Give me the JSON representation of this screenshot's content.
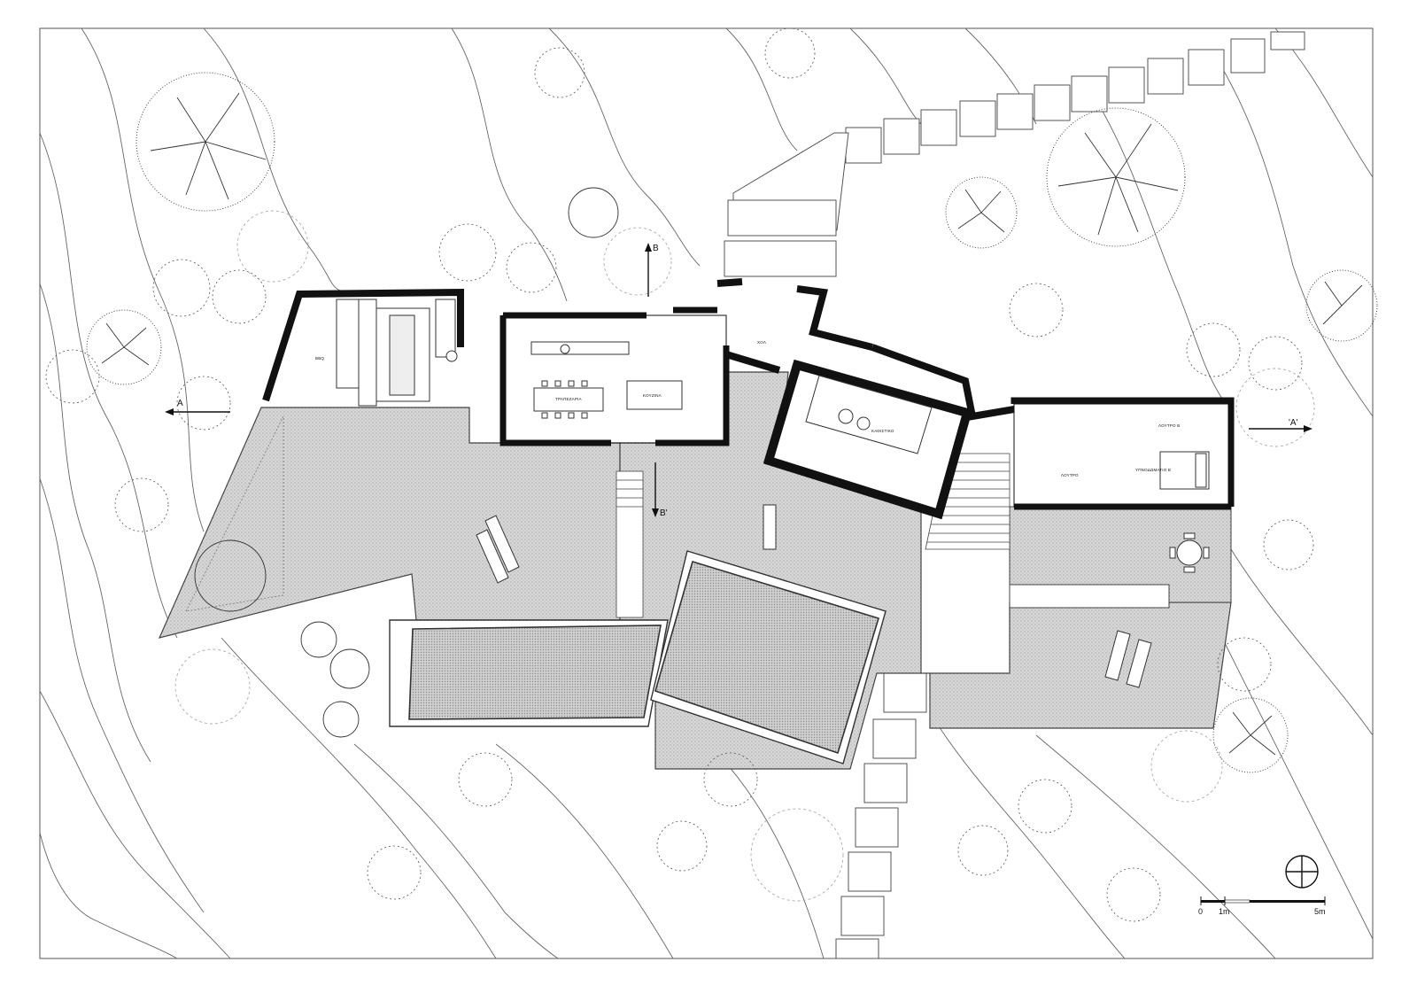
{
  "labels": {
    "bbq": "BBQ",
    "trapezaria": "ΤΡΑΠΕΖΑΡΙΑ",
    "kouzina": "ΚΟΥΖΙΝΑ",
    "hol": "ΧΟΛ",
    "kathistiko": "ΚΑΘΙΣΤΙΚΟ",
    "loytro": "ΛΟΥΤΡΟ",
    "loytro_b": "ΛΟΥΤΡΟ Β",
    "ypnodomatio_b": "ΥΠΝΟΔΩΜΑΤΙΟ Β"
  },
  "section_marks": {
    "a_left": "A",
    "a_right": "'A'",
    "b_top": "B",
    "b_bottom": "B'"
  },
  "scale_bar": {
    "start": "0",
    "mid": "1m",
    "end": "5m"
  },
  "colors": {
    "line": "#444444",
    "wall": "#111111",
    "terrace": "#d9d9d9",
    "pool": "#c9c9c9",
    "background": "#ffffff"
  }
}
